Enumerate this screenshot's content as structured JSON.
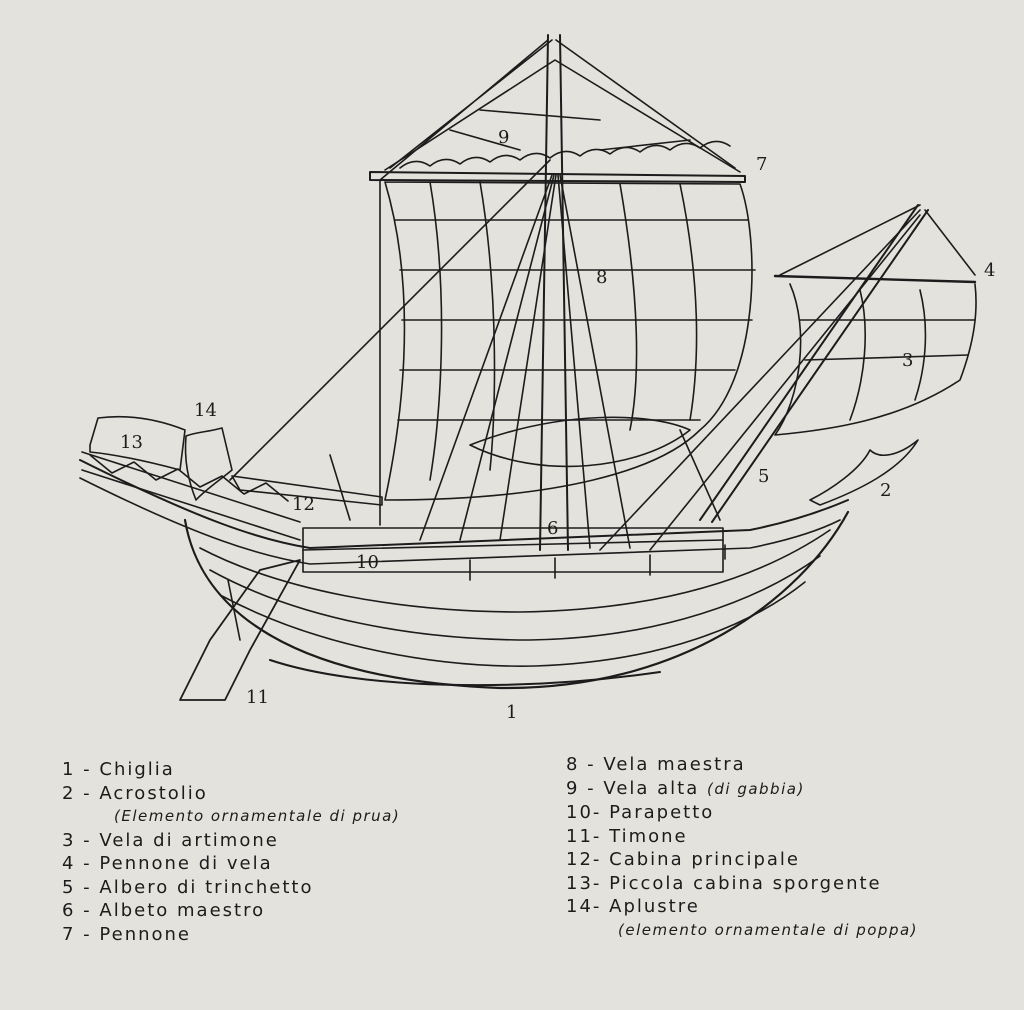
{
  "callouts": [
    "1",
    "2",
    "3",
    "4",
    "5",
    "6",
    "7",
    "8",
    "9",
    "10",
    "11",
    "12",
    "13",
    "14"
  ],
  "legend_left": [
    {
      "num": "1 -",
      "text": "Chiglia"
    },
    {
      "num": "2 -",
      "text": "Acrostolio"
    },
    {
      "num": "",
      "text": "",
      "note": "(Elemento ornamentale di prua)"
    },
    {
      "num": "3 -",
      "text": "Vela di artimone"
    },
    {
      "num": "4 -",
      "text": "Pennone di vela"
    },
    {
      "num": "5 -",
      "text": "Albero di trinchetto"
    },
    {
      "num": "6 -",
      "text": "Albeto maestro"
    },
    {
      "num": "7 -",
      "text": "Pennone"
    }
  ],
  "legend_right": [
    {
      "num": "8 -",
      "text": "Vela maestra",
      "note": ""
    },
    {
      "num": "9 -",
      "text": "Vela alta",
      "note": "(di gabbia)"
    },
    {
      "num": "10-",
      "text": "Parapetto",
      "note": ""
    },
    {
      "num": "11-",
      "text": "Timone",
      "note": ""
    },
    {
      "num": "12-",
      "text": "Cabina principale",
      "note": ""
    },
    {
      "num": "13-",
      "text": "Piccola cabina sporgente",
      "note": ""
    },
    {
      "num": "14-",
      "text": "Aplustre",
      "note": ""
    },
    {
      "num": "",
      "text": "",
      "note": "(elemento ornamentale di poppa)"
    }
  ],
  "colors": {
    "background": "#e4e2dc",
    "ink": "#1c1c1c"
  }
}
